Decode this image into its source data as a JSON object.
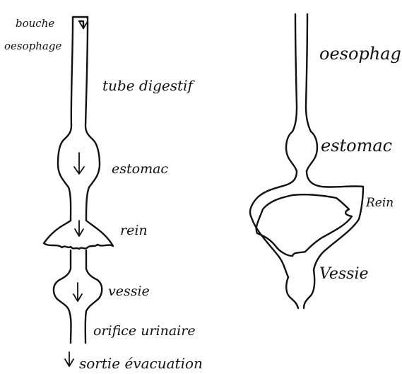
{
  "left_diagram": {
    "labels": {
      "bouche": "bouche",
      "oesophage": "oesophage",
      "tube_digestif": "tube digestif",
      "estomac": "estomac",
      "rein": "rein",
      "vessie": "vessie",
      "orifice": "orifice urinaire",
      "sortie": "sortie évacuation"
    }
  },
  "right_diagram": {
    "labels": {
      "oesophage": "oesophage",
      "estomac": "estomac",
      "rein": "Rein",
      "vessie": "Vessie"
    }
  }
}
